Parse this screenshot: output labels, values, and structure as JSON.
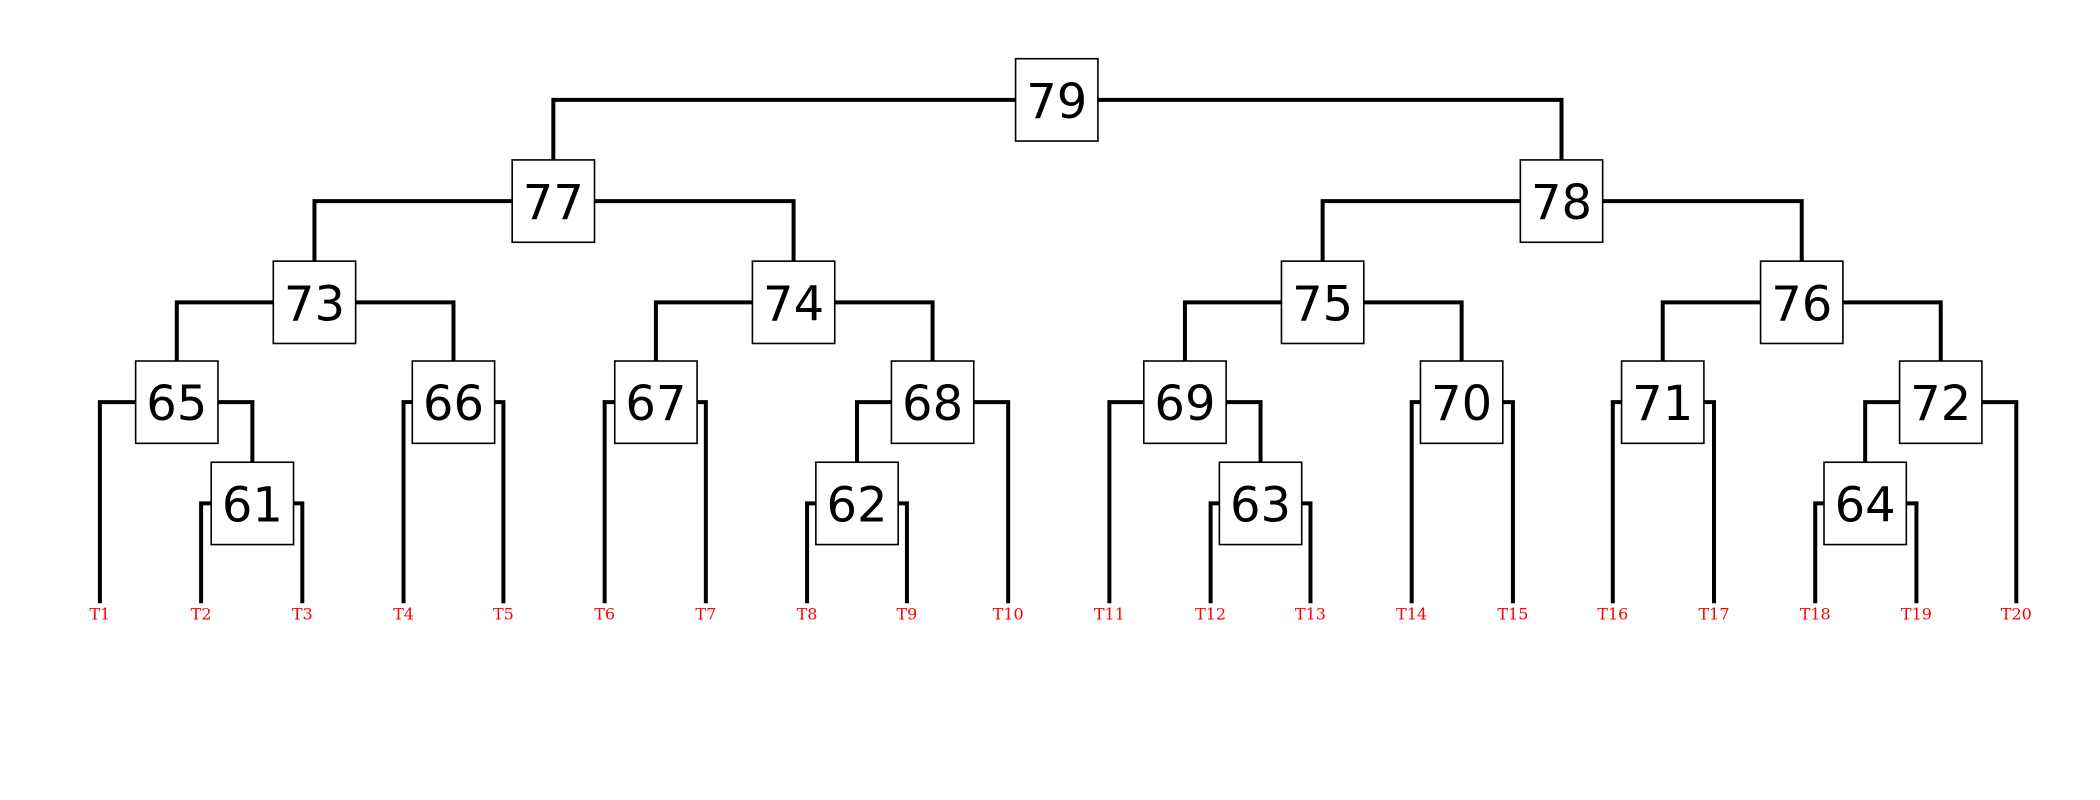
{
  "colors": {
    "edge": "#000000",
    "node_border": "#000000",
    "node_fill": "#ffffff",
    "node_text": "#000000",
    "leaf_label": "#ff0000"
  },
  "tree": {
    "internal_nodes": [
      {
        "id": "n79",
        "label": "79",
        "children": [
          "n77",
          "n78"
        ]
      },
      {
        "id": "n77",
        "label": "77",
        "children": [
          "n73",
          "n74"
        ]
      },
      {
        "id": "n78",
        "label": "78",
        "children": [
          "n75",
          "n76"
        ]
      },
      {
        "id": "n73",
        "label": "73",
        "children": [
          "n65",
          "n66"
        ]
      },
      {
        "id": "n74",
        "label": "74",
        "children": [
          "n67",
          "n68"
        ]
      },
      {
        "id": "n75",
        "label": "75",
        "children": [
          "n69",
          "n70"
        ]
      },
      {
        "id": "n76",
        "label": "76",
        "children": [
          "n71",
          "n72"
        ]
      },
      {
        "id": "n65",
        "label": "65",
        "children": [
          "T1",
          "n61"
        ]
      },
      {
        "id": "n66",
        "label": "66",
        "children": [
          "T4",
          "T5"
        ]
      },
      {
        "id": "n67",
        "label": "67",
        "children": [
          "T6",
          "T7"
        ]
      },
      {
        "id": "n68",
        "label": "68",
        "children": [
          "n62",
          "T10"
        ]
      },
      {
        "id": "n69",
        "label": "69",
        "children": [
          "T11",
          "n63"
        ]
      },
      {
        "id": "n70",
        "label": "70",
        "children": [
          "T14",
          "T15"
        ]
      },
      {
        "id": "n71",
        "label": "71",
        "children": [
          "T16",
          "T17"
        ]
      },
      {
        "id": "n72",
        "label": "72",
        "children": [
          "n64",
          "T20"
        ]
      },
      {
        "id": "n61",
        "label": "61",
        "children": [
          "T2",
          "T3"
        ]
      },
      {
        "id": "n62",
        "label": "62",
        "children": [
          "T8",
          "T9"
        ]
      },
      {
        "id": "n63",
        "label": "63",
        "children": [
          "T12",
          "T13"
        ]
      },
      {
        "id": "n64",
        "label": "64",
        "children": [
          "T18",
          "T19"
        ]
      }
    ],
    "leaves": [
      {
        "id": "T1",
        "label": "T1"
      },
      {
        "id": "T2",
        "label": "T2"
      },
      {
        "id": "T3",
        "label": "T3"
      },
      {
        "id": "T4",
        "label": "T4"
      },
      {
        "id": "T5",
        "label": "T5"
      },
      {
        "id": "T6",
        "label": "T6"
      },
      {
        "id": "T7",
        "label": "T7"
      },
      {
        "id": "T8",
        "label": "T8"
      },
      {
        "id": "T9",
        "label": "T9"
      },
      {
        "id": "T10",
        "label": "T10"
      },
      {
        "id": "T11",
        "label": "T11"
      },
      {
        "id": "T12",
        "label": "T12"
      },
      {
        "id": "T13",
        "label": "T13"
      },
      {
        "id": "T14",
        "label": "T14"
      },
      {
        "id": "T15",
        "label": "T15"
      },
      {
        "id": "T16",
        "label": "T16"
      },
      {
        "id": "T17",
        "label": "T17"
      },
      {
        "id": "T18",
        "label": "T18"
      },
      {
        "id": "T19",
        "label": "T19"
      },
      {
        "id": "T20",
        "label": "T20"
      }
    ]
  }
}
